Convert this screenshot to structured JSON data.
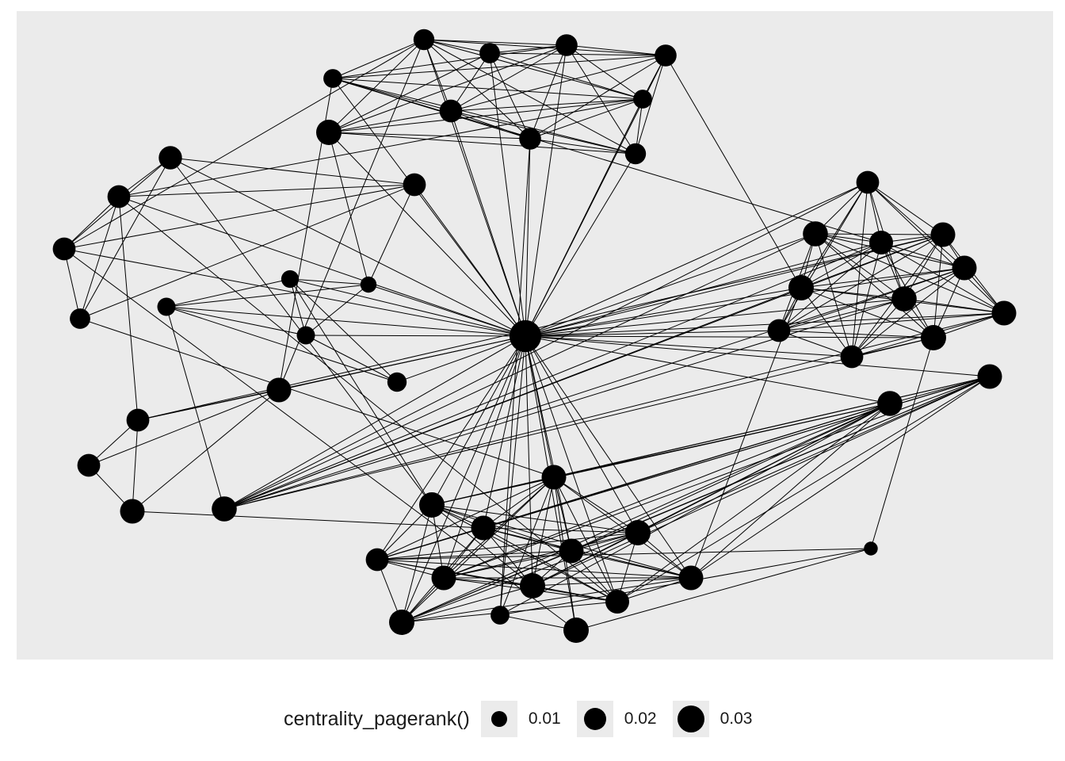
{
  "graph": {
    "nodes": [
      {
        "id": 0,
        "pr": 0.045
      },
      {
        "id": 1,
        "pr": 0.016
      },
      {
        "id": 2,
        "pr": 0.015
      },
      {
        "id": 3,
        "pr": 0.018
      },
      {
        "id": 4,
        "pr": 0.018
      },
      {
        "id": 5,
        "pr": 0.012
      },
      {
        "id": 6,
        "pr": 0.012
      },
      {
        "id": 7,
        "pr": 0.02
      },
      {
        "id": 8,
        "pr": 0.018
      },
      {
        "id": 9,
        "pr": 0.016
      },
      {
        "id": 10,
        "pr": 0.026
      },
      {
        "id": 11,
        "pr": 0.02
      },
      {
        "id": 12,
        "pr": 0.021
      },
      {
        "id": 13,
        "pr": 0.02
      },
      {
        "id": 14,
        "pr": 0.02
      },
      {
        "id": 15,
        "pr": 0.015
      },
      {
        "id": 16,
        "pr": 0.011
      },
      {
        "id": 17,
        "pr": 0.01
      },
      {
        "id": 18,
        "pr": 0.008
      },
      {
        "id": 19,
        "pr": 0.011
      },
      {
        "id": 20,
        "pr": 0.013
      },
      {
        "id": 21,
        "pr": 0.024
      },
      {
        "id": 22,
        "pr": 0.02
      },
      {
        "id": 23,
        "pr": 0.02
      },
      {
        "id": 24,
        "pr": 0.024
      },
      {
        "id": 25,
        "pr": 0.025
      },
      {
        "id": 26,
        "pr": 0.02
      },
      {
        "id": 27,
        "pr": 0.025
      },
      {
        "id": 28,
        "pr": 0.022
      },
      {
        "id": 29,
        "pr": 0.024
      },
      {
        "id": 30,
        "pr": 0.024
      },
      {
        "id": 31,
        "pr": 0.026
      },
      {
        "id": 32,
        "pr": 0.025
      },
      {
        "id": 33,
        "pr": 0.024
      },
      {
        "id": 34,
        "pr": 0.02
      },
      {
        "id": 35,
        "pr": 0.02
      },
      {
        "id": 36,
        "pr": 0.026
      },
      {
        "id": 37,
        "pr": 0.024
      },
      {
        "id": 38,
        "pr": 0.025
      },
      {
        "id": 39,
        "pr": 0.024
      },
      {
        "id": 40,
        "pr": 0.026
      },
      {
        "id": 41,
        "pr": 0.024
      },
      {
        "id": 42,
        "pr": 0.026
      },
      {
        "id": 43,
        "pr": 0.02
      },
      {
        "id": 44,
        "pr": 0.024
      },
      {
        "id": 45,
        "pr": 0.024
      },
      {
        "id": 46,
        "pr": 0.026
      },
      {
        "id": 47,
        "pr": 0.024
      },
      {
        "id": 48,
        "pr": 0.022
      },
      {
        "id": 49,
        "pr": 0.026
      },
      {
        "id": 50,
        "pr": 0.012
      },
      {
        "id": 51,
        "pr": 0.026
      },
      {
        "id": 52,
        "pr": 0.005
      }
    ],
    "edges": [
      [
        1,
        2
      ],
      [
        1,
        3
      ],
      [
        1,
        4
      ],
      [
        1,
        5
      ],
      [
        1,
        6
      ],
      [
        1,
        7
      ],
      [
        1,
        8
      ],
      [
        1,
        9
      ],
      [
        1,
        10
      ],
      [
        2,
        3
      ],
      [
        2,
        4
      ],
      [
        2,
        6
      ],
      [
        2,
        7
      ],
      [
        2,
        8
      ],
      [
        2,
        10
      ],
      [
        3,
        4
      ],
      [
        3,
        5
      ],
      [
        3,
        6
      ],
      [
        3,
        7
      ],
      [
        3,
        8
      ],
      [
        3,
        9
      ],
      [
        3,
        10
      ],
      [
        4,
        5
      ],
      [
        4,
        6
      ],
      [
        4,
        7
      ],
      [
        4,
        8
      ],
      [
        4,
        9
      ],
      [
        5,
        6
      ],
      [
        5,
        7
      ],
      [
        5,
        8
      ],
      [
        5,
        9
      ],
      [
        6,
        7
      ],
      [
        6,
        8
      ],
      [
        6,
        9
      ],
      [
        6,
        10
      ],
      [
        7,
        8
      ],
      [
        7,
        9
      ],
      [
        7,
        10
      ],
      [
        8,
        9
      ],
      [
        8,
        10
      ],
      [
        9,
        10
      ],
      [
        11,
        12
      ],
      [
        11,
        13
      ],
      [
        11,
        14
      ],
      [
        11,
        15
      ],
      [
        12,
        13
      ],
      [
        12,
        14
      ],
      [
        12,
        15
      ],
      [
        13,
        14
      ],
      [
        13,
        15
      ],
      [
        14,
        15
      ],
      [
        16,
        17
      ],
      [
        16,
        18
      ],
      [
        16,
        19
      ],
      [
        16,
        20
      ],
      [
        17,
        18
      ],
      [
        17,
        19
      ],
      [
        17,
        20
      ],
      [
        18,
        19
      ],
      [
        19,
        20
      ],
      [
        21,
        22
      ],
      [
        21,
        23
      ],
      [
        21,
        24
      ],
      [
        22,
        23
      ],
      [
        22,
        24
      ],
      [
        23,
        24
      ],
      [
        25,
        26
      ],
      [
        25,
        27
      ],
      [
        25,
        28
      ],
      [
        25,
        29
      ],
      [
        25,
        30
      ],
      [
        25,
        31
      ],
      [
        25,
        32
      ],
      [
        25,
        33
      ],
      [
        25,
        36
      ],
      [
        26,
        27
      ],
      [
        26,
        28
      ],
      [
        26,
        29
      ],
      [
        26,
        30
      ],
      [
        26,
        31
      ],
      [
        26,
        32
      ],
      [
        26,
        33
      ],
      [
        26,
        34
      ],
      [
        26,
        35
      ],
      [
        27,
        28
      ],
      [
        27,
        29
      ],
      [
        27,
        30
      ],
      [
        27,
        31
      ],
      [
        27,
        32
      ],
      [
        27,
        33
      ],
      [
        27,
        34
      ],
      [
        27,
        35
      ],
      [
        27,
        36
      ],
      [
        28,
        29
      ],
      [
        28,
        30
      ],
      [
        28,
        31
      ],
      [
        28,
        32
      ],
      [
        28,
        33
      ],
      [
        28,
        34
      ],
      [
        28,
        35
      ],
      [
        28,
        36
      ],
      [
        29,
        30
      ],
      [
        29,
        31
      ],
      [
        29,
        32
      ],
      [
        29,
        33
      ],
      [
        29,
        34
      ],
      [
        29,
        35
      ],
      [
        29,
        36
      ],
      [
        30,
        31
      ],
      [
        30,
        32
      ],
      [
        30,
        33
      ],
      [
        30,
        34
      ],
      [
        30,
        35
      ],
      [
        30,
        36
      ],
      [
        31,
        32
      ],
      [
        31,
        33
      ],
      [
        31,
        34
      ],
      [
        31,
        35
      ],
      [
        31,
        36
      ],
      [
        32,
        33
      ],
      [
        32,
        34
      ],
      [
        32,
        35
      ],
      [
        32,
        36
      ],
      [
        33,
        34
      ],
      [
        33,
        35
      ],
      [
        33,
        36
      ],
      [
        34,
        35
      ],
      [
        34,
        36
      ],
      [
        35,
        36
      ],
      [
        37,
        38
      ],
      [
        37,
        39
      ],
      [
        37,
        40
      ],
      [
        37,
        41
      ],
      [
        37,
        42
      ],
      [
        37,
        43
      ],
      [
        37,
        44
      ],
      [
        37,
        45
      ],
      [
        37,
        46
      ],
      [
        37,
        47
      ],
      [
        37,
        48
      ],
      [
        37,
        49
      ],
      [
        38,
        39
      ],
      [
        38,
        40
      ],
      [
        38,
        41
      ],
      [
        38,
        42
      ],
      [
        38,
        43
      ],
      [
        38,
        44
      ],
      [
        38,
        45
      ],
      [
        38,
        46
      ],
      [
        38,
        47
      ],
      [
        38,
        48
      ],
      [
        38,
        49
      ],
      [
        39,
        40
      ],
      [
        39,
        41
      ],
      [
        39,
        42
      ],
      [
        39,
        43
      ],
      [
        39,
        44
      ],
      [
        39,
        45
      ],
      [
        39,
        46
      ],
      [
        39,
        47
      ],
      [
        39,
        48
      ],
      [
        39,
        49
      ],
      [
        40,
        41
      ],
      [
        40,
        42
      ],
      [
        40,
        43
      ],
      [
        40,
        44
      ],
      [
        40,
        45
      ],
      [
        40,
        46
      ],
      [
        40,
        47
      ],
      [
        40,
        48
      ],
      [
        40,
        49
      ],
      [
        41,
        42
      ],
      [
        41,
        43
      ],
      [
        41,
        44
      ],
      [
        41,
        45
      ],
      [
        41,
        46
      ],
      [
        41,
        47
      ],
      [
        41,
        48
      ],
      [
        41,
        49
      ],
      [
        42,
        43
      ],
      [
        42,
        44
      ],
      [
        42,
        45
      ],
      [
        42,
        46
      ],
      [
        42,
        47
      ],
      [
        42,
        48
      ],
      [
        42,
        49
      ],
      [
        43,
        44
      ],
      [
        43,
        45
      ],
      [
        43,
        46
      ],
      [
        43,
        47
      ],
      [
        43,
        48
      ],
      [
        43,
        49
      ],
      [
        44,
        45
      ],
      [
        44,
        46
      ],
      [
        44,
        47
      ],
      [
        44,
        48
      ],
      [
        44,
        49
      ],
      [
        45,
        46
      ],
      [
        45,
        47
      ],
      [
        45,
        48
      ],
      [
        45,
        49
      ],
      [
        46,
        47
      ],
      [
        46,
        48
      ],
      [
        46,
        49
      ],
      [
        47,
        48
      ],
      [
        47,
        49
      ],
      [
        48,
        49
      ],
      [
        50,
        51
      ],
      [
        50,
        52
      ],
      [
        50,
        38
      ],
      [
        50,
        39
      ],
      [
        51,
        52
      ],
      [
        51,
        39
      ],
      [
        0,
        1
      ],
      [
        0,
        2
      ],
      [
        0,
        3
      ],
      [
        0,
        4
      ],
      [
        0,
        5
      ],
      [
        0,
        6
      ],
      [
        0,
        7
      ],
      [
        0,
        8
      ],
      [
        0,
        9
      ],
      [
        0,
        10
      ],
      [
        0,
        11
      ],
      [
        0,
        12
      ],
      [
        0,
        13
      ],
      [
        0,
        14
      ],
      [
        0,
        16
      ],
      [
        0,
        17
      ],
      [
        0,
        18
      ],
      [
        0,
        19
      ],
      [
        0,
        20
      ],
      [
        0,
        21
      ],
      [
        0,
        22
      ],
      [
        0,
        25
      ],
      [
        0,
        26
      ],
      [
        0,
        27
      ],
      [
        0,
        28
      ],
      [
        0,
        29
      ],
      [
        0,
        30
      ],
      [
        0,
        31
      ],
      [
        0,
        32
      ],
      [
        0,
        33
      ],
      [
        0,
        34
      ],
      [
        0,
        35
      ],
      [
        0,
        36
      ],
      [
        0,
        37
      ],
      [
        0,
        38
      ],
      [
        0,
        39
      ],
      [
        0,
        40
      ],
      [
        0,
        41
      ],
      [
        0,
        42
      ],
      [
        0,
        43
      ],
      [
        0,
        44
      ],
      [
        0,
        45
      ],
      [
        0,
        46
      ],
      [
        0,
        47
      ],
      [
        0,
        48
      ],
      [
        0,
        49
      ],
      [
        0,
        50
      ],
      [
        0,
        51
      ],
      [
        1,
        14
      ],
      [
        4,
        31
      ],
      [
        5,
        21
      ],
      [
        5,
        28
      ],
      [
        6,
        13
      ],
      [
        11,
        18
      ],
      [
        12,
        40
      ],
      [
        13,
        48
      ],
      [
        15,
        39
      ],
      [
        16,
        25
      ],
      [
        22,
        13
      ],
      [
        22,
        29
      ],
      [
        24,
        41
      ],
      [
        36,
        52
      ],
      [
        43,
        52
      ],
      [
        47,
        31
      ],
      [
        51,
        14
      ],
      [
        50,
        8
      ],
      [
        17,
        40
      ],
      [
        21,
        1
      ],
      [
        10,
        18
      ]
    ]
  },
  "legend": {
    "title": "centrality_pagerank()",
    "items": [
      {
        "label": "0.01",
        "value": 0.01
      },
      {
        "label": "0.02",
        "value": 0.02
      },
      {
        "label": "0.03",
        "value": 0.03
      }
    ]
  },
  "colors": {
    "panel": "#ebebeb",
    "ink": "#000000"
  }
}
